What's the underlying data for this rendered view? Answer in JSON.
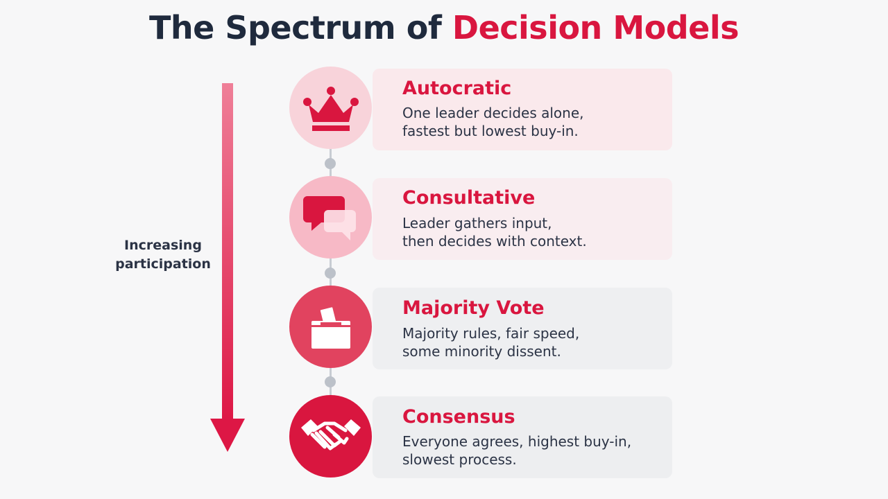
{
  "title": {
    "part1": "The Spectrum of ",
    "accent": "Decision Models"
  },
  "axis": {
    "line1": "Increasing",
    "line2": "participation"
  },
  "colors": {
    "accent": "#d9163f",
    "dark_text": "#1f2a3d"
  },
  "models": [
    {
      "title": "Autocratic",
      "line1": "One leader decides alone,",
      "line2": "fastest but lowest buy-in.",
      "icon": "crown-icon"
    },
    {
      "title": "Consultative",
      "line1": "Leader gathers input,",
      "line2": "then decides with context.",
      "icon": "chat-bubbles-icon"
    },
    {
      "title": "Majority Vote",
      "line1": "Majority rules, fair speed,",
      "line2": "some minority dissent.",
      "icon": "ballot-box-icon"
    },
    {
      "title": "Consensus",
      "line1": "Everyone agrees, highest buy-in,",
      "line2": "slowest process.",
      "icon": "handshake-icon"
    }
  ]
}
